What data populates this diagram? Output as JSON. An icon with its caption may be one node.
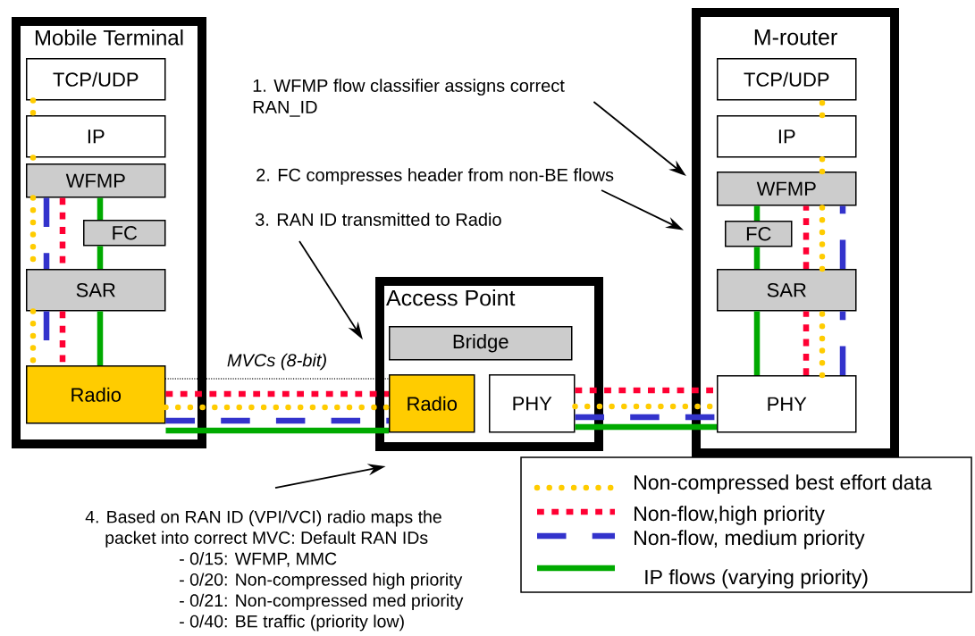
{
  "diagram": {
    "nodes": [
      {
        "text": [
          "Mobile Terminal"
        ]
      },
      {
        "text": [
          "TCP/UDP"
        ],
        "in": 0
      },
      {
        "text": [
          "IP"
        ],
        "in": 0
      },
      {
        "text": [
          "WFMP"
        ],
        "in": 0
      },
      {
        "text": [
          "FC"
        ],
        "in": 0
      },
      {
        "text": [
          "SAR"
        ],
        "in": 0
      },
      {
        "text": [
          "Radio"
        ],
        "in": 0
      },
      {
        "text": [
          "M-router"
        ]
      },
      {
        "text": [
          "TCP/UDP"
        ],
        "in": 7
      },
      {
        "text": [
          "IP"
        ],
        "in": 7
      },
      {
        "text": [
          "WFMP"
        ],
        "in": 7
      },
      {
        "text": [
          "FC"
        ],
        "in": 7
      },
      {
        "text": [
          "SAR"
        ],
        "in": 7
      },
      {
        "text": [
          "PHY"
        ],
        "in": 7
      },
      {
        "text": [
          "Access Point"
        ]
      },
      {
        "text": [
          "Bridge"
        ],
        "in": 14
      },
      {
        "text": [
          "Radio"
        ],
        "in": 14
      },
      {
        "text": [
          "PHY"
        ],
        "in": 14
      },
      {
        "text": [
          "1. WFMP flow classifier assigns correct RAN_ID"
        ]
      },
      {
        "text": [
          "2. FC compresses header from non-BE flows"
        ]
      },
      {
        "text": [
          "3. RAN ID transmitted to Radio"
        ]
      },
      {
        "text": [
          "4. Based on RAN ID (VPI/VCI) radio maps the packet into correct MVC: Default RAN IDs",
          "- 0/15: WFMP, MMC",
          "- 0/20: Non-compressed high priority",
          "- 0/21: Non-compressed med priority",
          "- 0/40: BE traffic (priority low)"
        ]
      }
    ],
    "edges": [
      {
        "from": 18,
        "to": 7,
        "arrow": "to",
        "color": "#000000"
      },
      {
        "from": 19,
        "to": 7,
        "arrow": "to",
        "color": "#000000"
      },
      {
        "from": 20,
        "to": 14,
        "arrow": "to",
        "color": "#000000"
      },
      {
        "from": 21,
        "to": 14,
        "arrow": "to",
        "color": "#000000"
      },
      {
        "from": 6,
        "to": 16,
        "arrow": "none",
        "style": "dashed",
        "color": "#000000",
        "label": "MVCs (8-bit)"
      },
      {
        "from": 1,
        "to": 2,
        "arrow": "none",
        "style": "dashed",
        "color": "#ffcc00"
      },
      {
        "from": 2,
        "to": 3,
        "arrow": "none",
        "style": "dashed",
        "color": "#ffcc00"
      },
      {
        "from": 3,
        "to": 5,
        "arrow": "none",
        "style": "dashed",
        "color": "#ffcc00"
      },
      {
        "from": 5,
        "to": 6,
        "arrow": "none",
        "style": "dashed",
        "color": "#ffcc00"
      },
      {
        "from": 3,
        "to": 5,
        "arrow": "none",
        "style": "dashed",
        "color": "#ff0033"
      },
      {
        "from": 5,
        "to": 6,
        "arrow": "none",
        "style": "dashed",
        "color": "#ff0033"
      },
      {
        "from": 3,
        "to": 5,
        "arrow": "none",
        "style": "dashed",
        "color": "#3333cc"
      },
      {
        "from": 5,
        "to": 6,
        "arrow": "none",
        "style": "dashed",
        "color": "#3333cc"
      },
      {
        "from": 3,
        "to": 4,
        "arrow": "none",
        "color": "#00aa00"
      },
      {
        "from": 4,
        "to": 5,
        "arrow": "none",
        "color": "#00aa00"
      },
      {
        "from": 5,
        "to": 6,
        "arrow": "none",
        "color": "#00aa00"
      },
      {
        "from": 6,
        "to": 16,
        "arrow": "none",
        "style": "dashed",
        "color": "#ffcc00"
      },
      {
        "from": 6,
        "to": 16,
        "arrow": "none",
        "style": "dashed",
        "color": "#ff0033"
      },
      {
        "from": 6,
        "to": 16,
        "arrow": "none",
        "style": "dashed",
        "color": "#3333cc"
      },
      {
        "from": 6,
        "to": 16,
        "arrow": "none",
        "color": "#00aa00"
      },
      {
        "from": 17,
        "to": 13,
        "arrow": "none",
        "style": "dashed",
        "color": "#ffcc00"
      },
      {
        "from": 17,
        "to": 13,
        "arrow": "none",
        "style": "dashed",
        "color": "#ff0033"
      },
      {
        "from": 17,
        "to": 13,
        "arrow": "none",
        "style": "dashed",
        "color": "#3333cc"
      },
      {
        "from": 17,
        "to": 13,
        "arrow": "none",
        "color": "#00aa00"
      },
      {
        "from": 13,
        "to": 12,
        "arrow": "none",
        "style": "dashed",
        "color": "#ffcc00"
      },
      {
        "from": 12,
        "to": 10,
        "arrow": "none",
        "style": "dashed",
        "color": "#ffcc00"
      },
      {
        "from": 10,
        "to": 9,
        "arrow": "none",
        "style": "dashed",
        "color": "#ffcc00"
      },
      {
        "from": 9,
        "to": 8,
        "arrow": "none",
        "style": "dashed",
        "color": "#ffcc00"
      },
      {
        "from": 13,
        "to": 12,
        "arrow": "none",
        "style": "dashed",
        "color": "#ff0033"
      },
      {
        "from": 12,
        "to": 10,
        "arrow": "none",
        "style": "dashed",
        "color": "#ff0033"
      },
      {
        "from": 13,
        "to": 12,
        "arrow": "none",
        "style": "dashed",
        "color": "#3333cc"
      },
      {
        "from": 12,
        "to": 10,
        "arrow": "none",
        "style": "dashed",
        "color": "#3333cc"
      },
      {
        "from": 13,
        "to": 12,
        "arrow": "none",
        "color": "#00aa00"
      },
      {
        "from": 12,
        "to": 11,
        "arrow": "none",
        "color": "#00aa00"
      },
      {
        "from": 11,
        "to": 10,
        "arrow": "none",
        "color": "#00aa00"
      }
    ],
    "legend": [
      {
        "text": "Non-compressed best effort data"
      },
      {
        "text": "Non-flow,high priority"
      },
      {
        "text": "Non-flow, medium priority"
      },
      {
        "text": "IP flows (varying priority)"
      }
    ]
  }
}
